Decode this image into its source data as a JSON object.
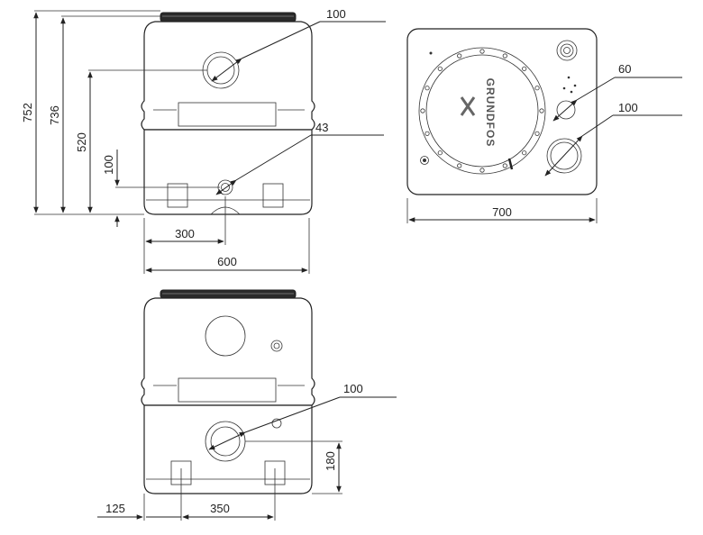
{
  "front_view": {
    "dims": {
      "h752": "752",
      "h736": "736",
      "h520": "520",
      "h100": "100",
      "w300": "300",
      "w600": "600",
      "d100": "100",
      "d43": "43"
    }
  },
  "top_view": {
    "brand": "GRUNDFOS",
    "dims": {
      "w700": "700",
      "d60": "60",
      "d100": "100"
    }
  },
  "side_view": {
    "dims": {
      "d100": "100",
      "h180": "180",
      "w125": "125",
      "w350": "350"
    }
  }
}
